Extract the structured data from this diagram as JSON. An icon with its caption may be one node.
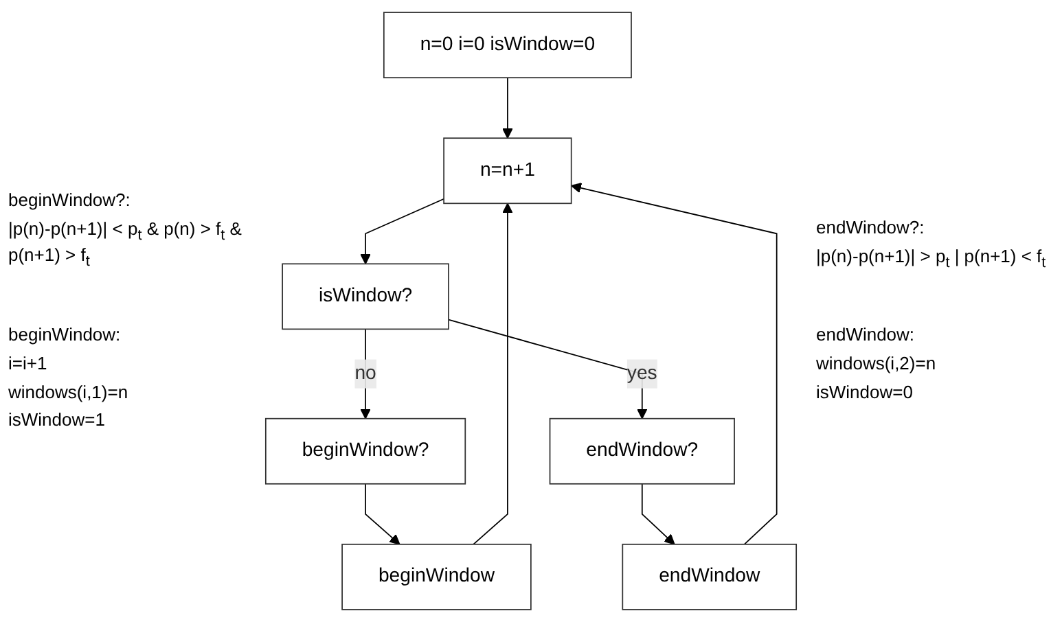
{
  "diagram": {
    "nodes": [
      {
        "text": [
          "n=0 i=0 isWindow=0"
        ]
      },
      {
        "text": [
          "n=n+1"
        ]
      },
      {
        "text": [
          "isWindow?"
        ]
      },
      {
        "text": [
          "beginWindow?"
        ]
      },
      {
        "text": [
          "endWindow?"
        ]
      },
      {
        "text": [
          "beginWindow"
        ]
      },
      {
        "text": [
          "endWindow"
        ]
      }
    ],
    "edges": [
      {
        "from": 0,
        "to": 1,
        "arrow": "to"
      },
      {
        "from": 1,
        "to": 2,
        "arrow": "to"
      },
      {
        "from": 2,
        "to": 3,
        "arrow": "to",
        "label": "no"
      },
      {
        "from": 2,
        "to": 4,
        "arrow": "to",
        "label": "yes"
      },
      {
        "from": 3,
        "to": 5,
        "arrow": "to"
      },
      {
        "from": 4,
        "to": 6,
        "arrow": "to"
      },
      {
        "from": 5,
        "to": 1,
        "arrow": "to"
      },
      {
        "from": 6,
        "to": 1,
        "arrow": "to"
      }
    ],
    "labels": [
      "beginWindow?:",
      "|p(n)-p(n+1)| < p$_{t}$ & p(n) > f$_{t}$ & p(n+1) > f$_{t}$",
      "beginWindow:",
      "i=i+1",
      "windows(i,1)=n",
      "isWindow=1",
      "endWindow?:",
      "|p(n)-p(n+1)| > p$_{t}$ | p(n+1) < f$_{t}$",
      "endWindow:",
      "windows(i,2)=n",
      "isWindow=0"
    ]
  }
}
